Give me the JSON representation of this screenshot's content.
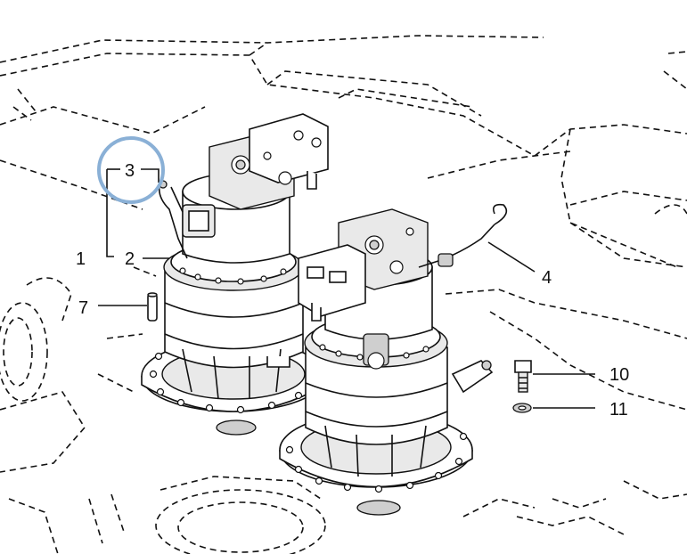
{
  "callouts": {
    "c1": "1",
    "c2": "2",
    "c3": "3",
    "c4": "4",
    "c7": "7",
    "c10": "10",
    "c11": "11"
  },
  "highlight": {
    "target": "3",
    "color": "#8ab0d6"
  }
}
